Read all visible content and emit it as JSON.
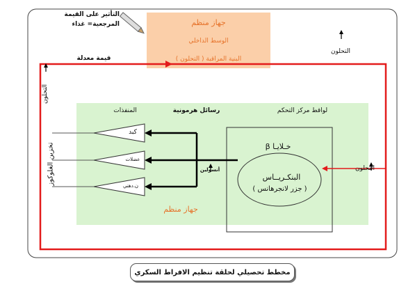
{
  "top_left_note": {
    "line1": "التأثير على القيمة",
    "line2": "المرجعية= غذاء"
  },
  "regulator_box": {
    "title": "جهاز منظم",
    "line1": "الوسط الداخلي",
    "line2": "البنية المراقبة ( التحلون )"
  },
  "labels": {
    "modified_value": "قيمة معدلة",
    "glycemia_top": "التحلون",
    "glycemia_left": "التحلون",
    "glycemia_right": "التحلون",
    "storage_vertical": "تخزين الغلوكوز",
    "effectors": "المنفذات",
    "hormonal_messages": "رسائل هرمونية",
    "control_sensors": "لواقط مركز التحكم",
    "insulin": "أنسولين",
    "regulator_system": "جهاز منظم"
  },
  "effectors": {
    "liver": "كبد",
    "muscles": "عضلات",
    "adipose": "ن.دهني"
  },
  "pancreas": {
    "beta_cells": "خـلايـا β",
    "pancreas": "البنكـريــاس",
    "islets": "( جزر لانجرهانس )"
  },
  "caption": "مخطط تحصيلي لحلقة تنظيم الافراط السكري",
  "icons": [
    "pencil-icon",
    "arrow-up-icon"
  ],
  "colors": {
    "loop": "#e31b1b",
    "green_area": "#d9f3d0",
    "orange_box": "#fbcfa9",
    "orange_text": "#e6732b"
  }
}
